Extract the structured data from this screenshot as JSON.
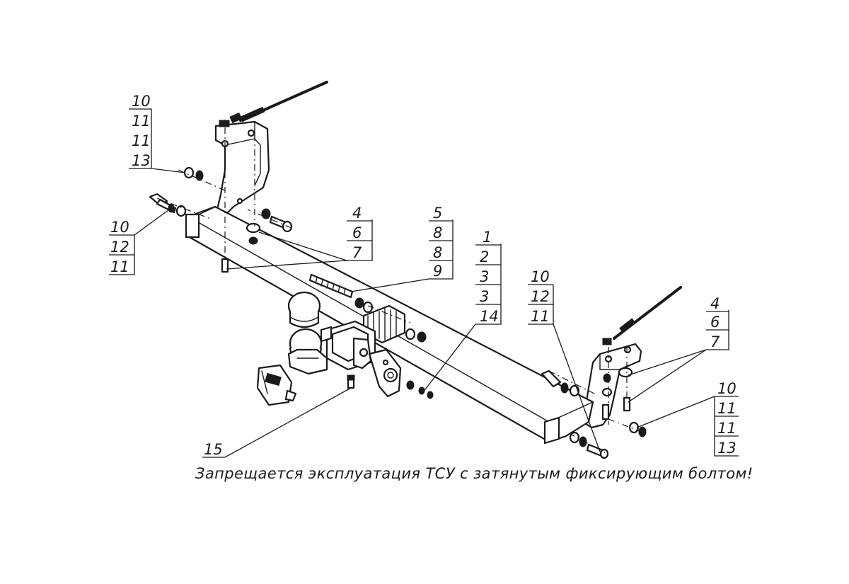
{
  "callouts": {
    "left_bracket_group": [
      "10",
      "11",
      "11",
      "13"
    ],
    "left_bolt_group": [
      "10",
      "12",
      "11"
    ],
    "left_plate_group": [
      "4",
      "6",
      "7"
    ],
    "pin_group": [
      "5",
      "8",
      "8",
      "9"
    ],
    "center_group": [
      "1",
      "2",
      "3",
      "3",
      "14"
    ],
    "right_bolt_group": [
      "10",
      "12",
      "11"
    ],
    "right_plate_group": [
      "4",
      "6",
      "7"
    ],
    "right_nut_group": [
      "10",
      "11",
      "11",
      "13"
    ],
    "bottom_part": "15"
  },
  "caption": "Запрещается эксплуатация ТСУ с затянутым фиксирующим болтом!",
  "colors": {
    "line": "#1a1a1a",
    "background": "#ffffff"
  }
}
